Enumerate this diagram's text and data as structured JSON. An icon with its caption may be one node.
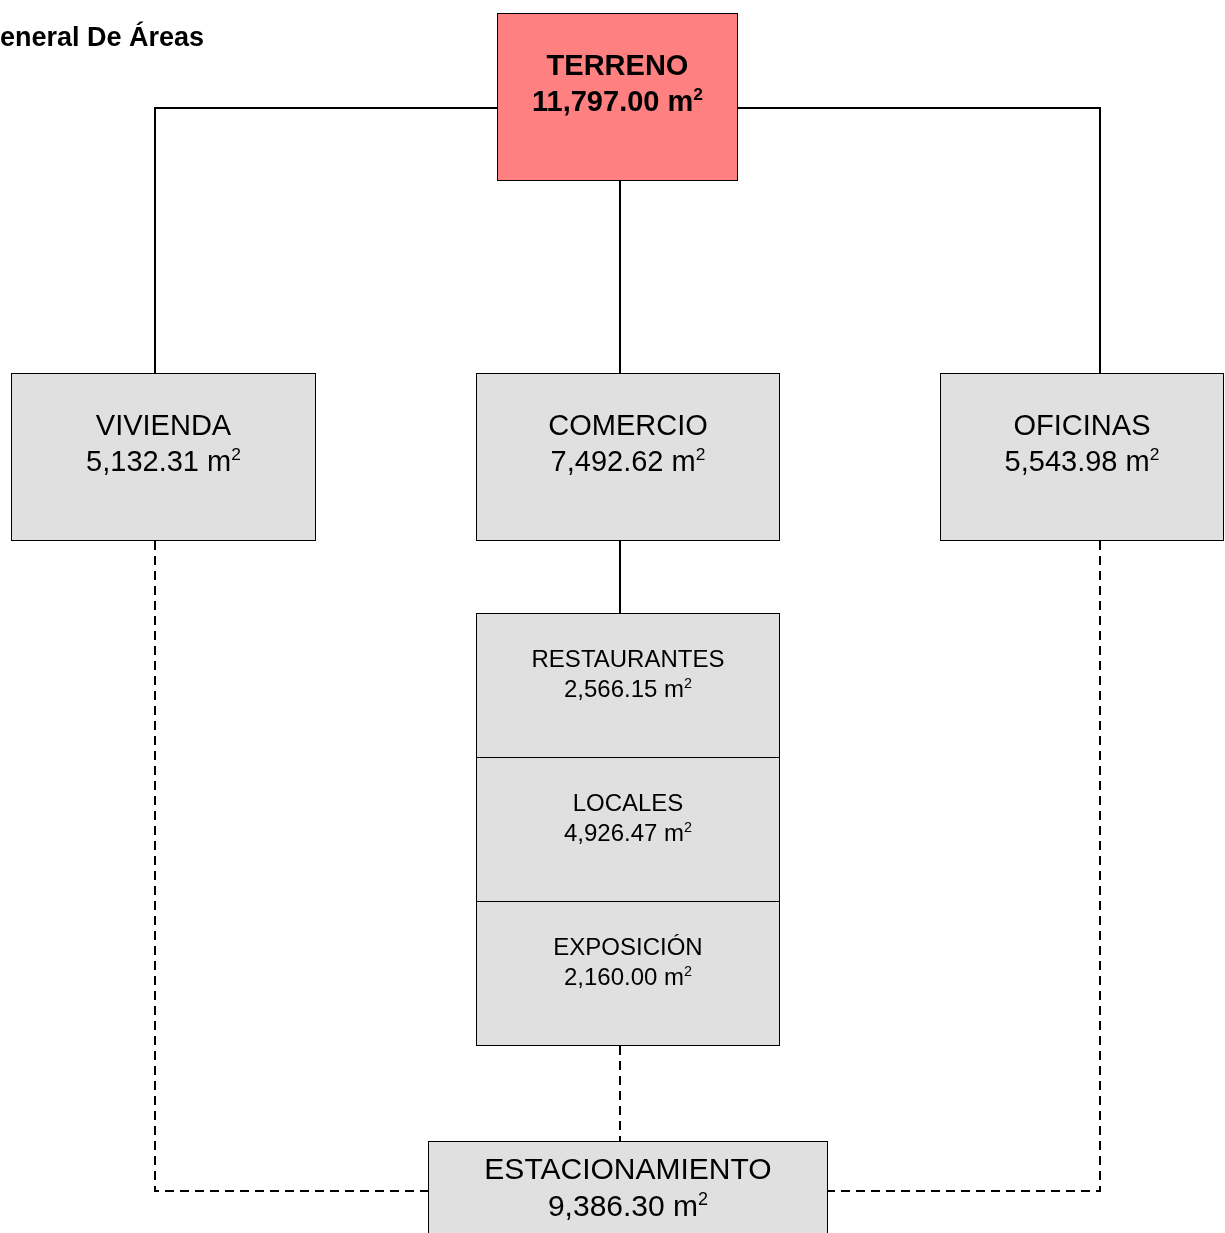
{
  "diagram": {
    "title": "eneral De Áreas",
    "nodes": [
      {
        "text": [
          "TERRENO",
          "11,797.00 m$^{2}$"
        ]
      },
      {
        "text": [
          "VIVIENDA",
          "5,132.31 m$^{2}$"
        ]
      },
      {
        "text": [
          "COMERCIO",
          "7,492.62 m$^{2}$"
        ]
      },
      {
        "text": [
          "OFICINAS",
          "5,543.98 m$^{2}$"
        ]
      },
      {
        "text": [
          "RESTAURANTES",
          "2,566.15 m$^{2}$"
        ]
      },
      {
        "text": [
          "LOCALES",
          "4,926.47 m$^{2}$"
        ]
      },
      {
        "text": [
          "EXPOSICIÓN",
          "2,160.00 m$^{2}$"
        ]
      },
      {
        "text": [
          "ESTACIONAMIENTO",
          "9,386.30 m$^{2}$"
        ]
      }
    ],
    "edges": [
      {
        "from": 0,
        "to": 1,
        "arrow": "none"
      },
      {
        "from": 0,
        "to": 2,
        "arrow": "none"
      },
      {
        "from": 0,
        "to": 3,
        "arrow": "none"
      },
      {
        "from": 2,
        "to": 4,
        "arrow": "none"
      },
      {
        "from": 6,
        "to": 7,
        "arrow": "none",
        "style": "dashed"
      },
      {
        "from": 1,
        "to": 7,
        "arrow": "none",
        "style": "dashed"
      },
      {
        "from": 3,
        "to": 7,
        "arrow": "none",
        "style": "dashed"
      }
    ]
  }
}
